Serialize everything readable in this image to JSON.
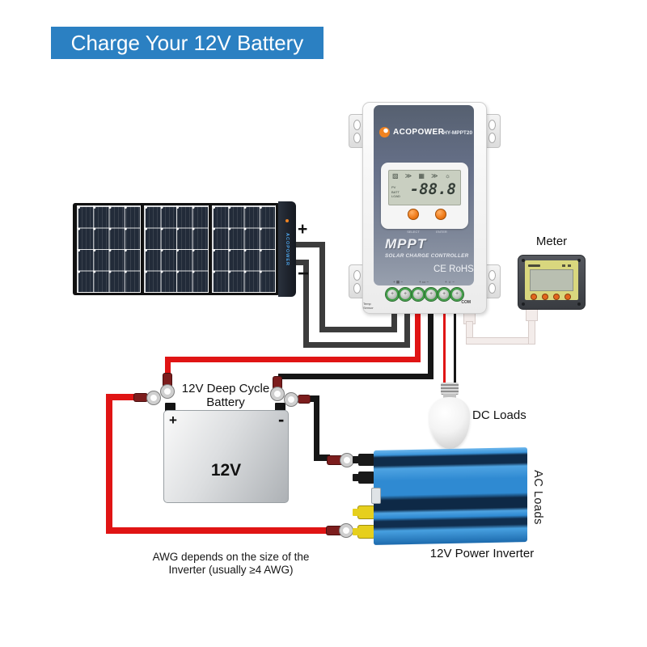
{
  "banner": {
    "title": "Charge Your 12V Battery"
  },
  "solar_panel": {
    "brand": "ACOPOWER",
    "positive": "+",
    "negative": "−"
  },
  "controller": {
    "brand": "ACOPOWER",
    "model": "HY-MPPT20",
    "lcd": {
      "icons": "▨ ≫ ▦ ≫ ☼",
      "value": "-88.8",
      "rows": [
        "PV",
        "BATT",
        "LOAD"
      ]
    },
    "buttons": {
      "select": "SELECT",
      "enter": "ENTER"
    },
    "name": "MPPT",
    "subtitle": "SOLAR CHARGE CONTROLLER",
    "cert": "CE RoHS",
    "terminal_groups": [
      "+ ▦ −",
      "+ ▭ −",
      "+ ☼ −"
    ],
    "temp_sensor": [
      "Temp",
      "Sensor"
    ],
    "com": "COM"
  },
  "meter": {
    "label": "Meter"
  },
  "battery": {
    "title": [
      "12V Deep Cycle",
      "Battery"
    ],
    "voltage": "12V",
    "positive": "+",
    "negative": "-"
  },
  "dc_load": {
    "label": "DC Loads"
  },
  "inverter": {
    "side_label": "AC Loads",
    "label": "12V Power Inverter"
  },
  "note": {
    "lines": [
      "AWG depends on the size of the",
      "Inverter (usually ≥4 AWG)"
    ]
  },
  "colors": {
    "banner_blue": "#2b80c2",
    "wire_red": "#e01414",
    "wire_black": "#161616",
    "wire_gray": "#3c3c3c",
    "terminal_green": "#3f9e46",
    "button_orange": "#ef7a18",
    "inverter_blue": "#2f8ad2",
    "meter_face": "#d9d77e",
    "lcd_green": "#c9cfc1"
  }
}
